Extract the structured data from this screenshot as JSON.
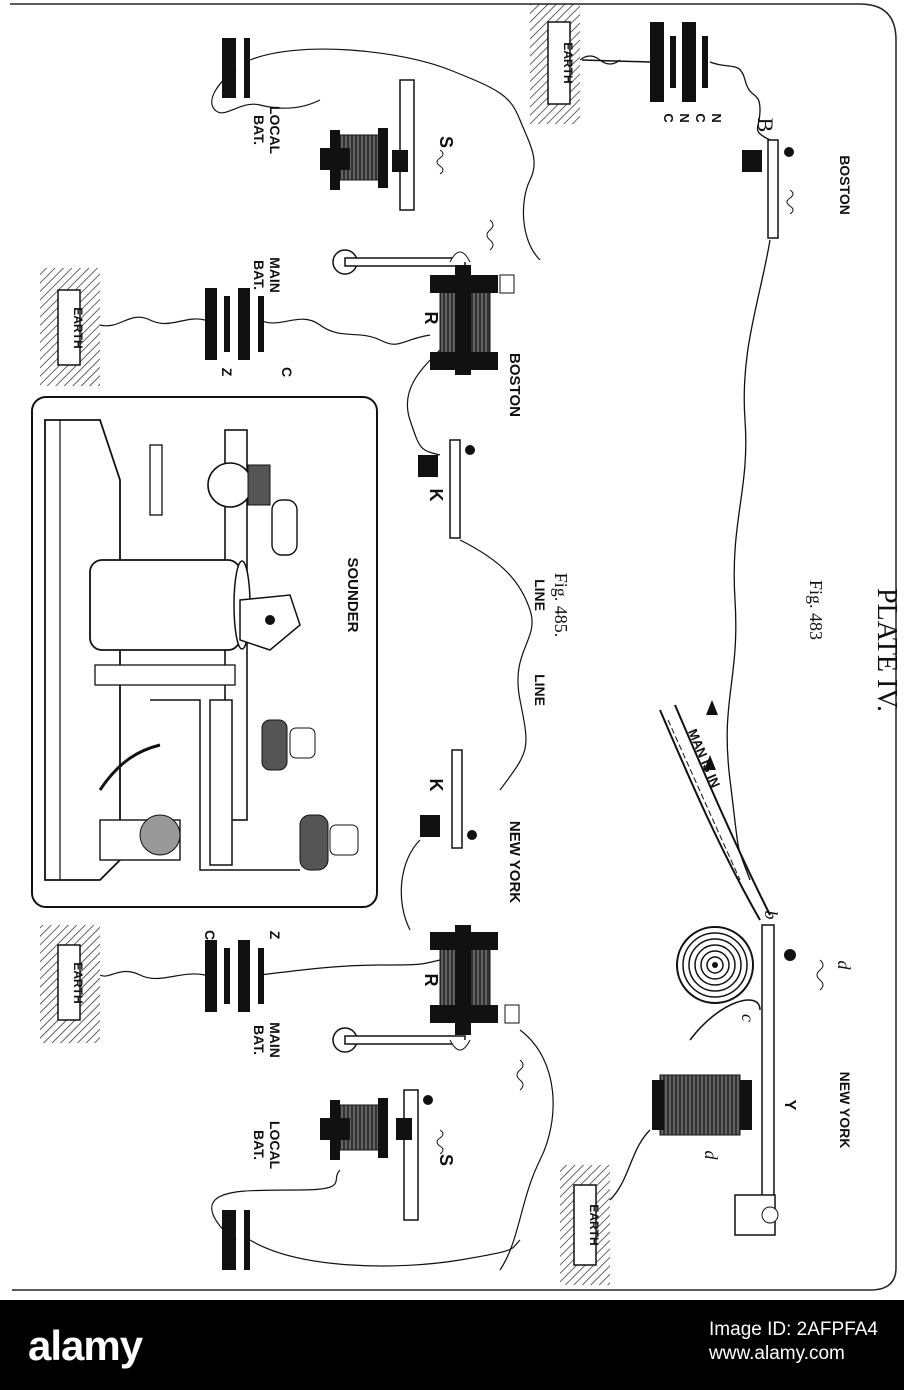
{
  "plate": {
    "title": "PLATE IV.",
    "fig_top": "Fig. 483",
    "fig_bottom": "Fig. 485."
  },
  "top_diagram": {
    "boston": "BOSTON",
    "new_york": "NEW YORK",
    "earth": "EARTH",
    "battery_letters": [
      "C",
      "N",
      "C",
      "N"
    ],
    "b": "B",
    "b_small": "b",
    "c_small": "c",
    "d_small": "d",
    "y": "Y",
    "tape_text": "MAN IS IN"
  },
  "bottom_diagram": {
    "boston": "BOSTON",
    "new_york": "NEW YORK",
    "line": "LINE",
    "earth": "EARTH",
    "sounder": "SOUNDER",
    "main_bat_1": "MAIN",
    "main_bat_2": "BAT.",
    "local_bat_1": "LOCAL",
    "local_bat_2": "BAT.",
    "r": "R",
    "s": "S",
    "k": "K",
    "c": "C",
    "z": "Z"
  },
  "footer": {
    "brand": "alamy",
    "image_id": "Image ID: 2AFPFA4",
    "site": "www.alamy.com"
  }
}
